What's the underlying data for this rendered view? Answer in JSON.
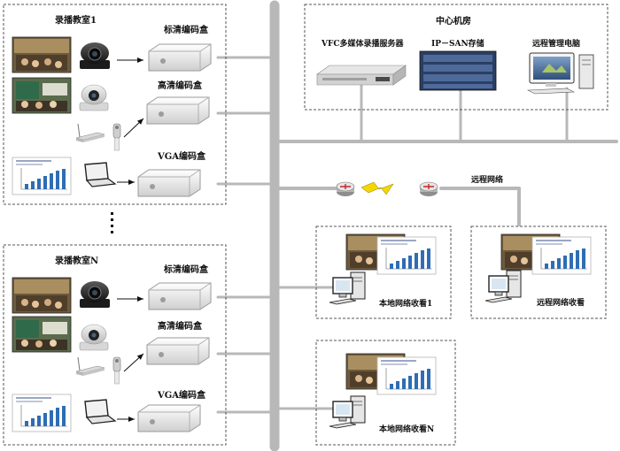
{
  "classroom1": {
    "title": "录播教室1",
    "encoders": [
      "标清编码盒",
      "高清编码盒",
      "VGA编码盒"
    ]
  },
  "classroomN": {
    "title": "录播教室N",
    "encoders": [
      "标清编码盒",
      "高清编码盒",
      "VGA编码盒"
    ]
  },
  "ellipsis": "⋮",
  "center": {
    "title": "中心机房",
    "devices": [
      "VFC多媒体录播服务器",
      "IP－SAN存储",
      "远程管理电脑"
    ]
  },
  "remote_network": "远程网络",
  "viewers": {
    "local1": "本地网络收看1",
    "localN": "本地网络收看N",
    "remote": "远程网络收看"
  }
}
